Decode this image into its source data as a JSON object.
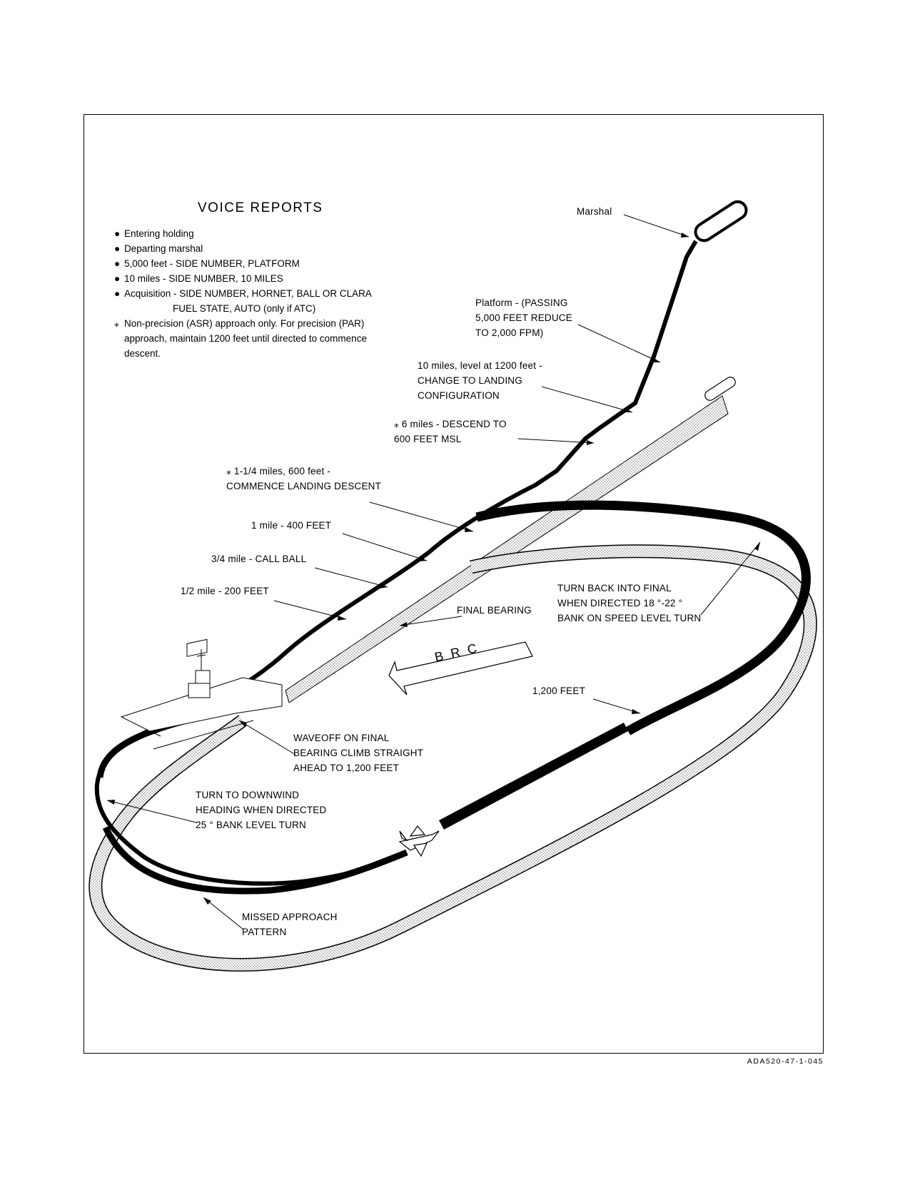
{
  "voice_reports": {
    "title": "VOICE REPORTS",
    "items": [
      {
        "bullet": "●",
        "text": "Entering holding"
      },
      {
        "bullet": "●",
        "text": "Departing marshal"
      },
      {
        "bullet": "●",
        "text": "5,000 feet - SIDE NUMBER, PLATFORM"
      },
      {
        "bullet": "●",
        "text": "10 miles - SIDE NUMBER, 10 MILES"
      },
      {
        "bullet": "●",
        "text": "Acquisition - SIDE NUMBER, HORNET, BALL OR CLARA",
        "continuation": "FUEL STATE, AUTO (only if ATC)"
      }
    ],
    "note_marker": "⁎",
    "note": "Non-precision (ASR) approach only. For precision (PAR) approach, maintain 1200 feet until directed to commence descent."
  },
  "labels": {
    "marshal": "Marshal",
    "platform": "Platform - (PASSING\n5,000 FEET REDUCE\nTO 2,000 FPM)",
    "ten_miles": "10 miles, level at 1200 feet -\nCHANGE TO LANDING\nCONFIGURATION",
    "six_miles": "⁎ 6 miles - DESCEND TO\n   600 FEET MSL",
    "one_quarter": "⁎ 1-1/4 miles, 600 feet -\n   COMMENCE LANDING DESCENT",
    "one_mile": "1 mile - 400 FEET",
    "three_quarter": "3/4 mile - CALL BALL",
    "half_mile": "1/2 mile - 200 FEET",
    "final_bearing": "FINAL BEARING",
    "turn_back": "TURN BACK INTO FINAL\nWHEN DIRECTED 18 °-22 °\nBANK ON SPEED LEVEL TURN",
    "brc": "B R C",
    "twelve_hundred": "1,200 FEET",
    "waveoff": "WAVEOFF ON FINAL\nBEARING CLIMB STRAIGHT\nAHEAD TO 1,200 FEET",
    "turn_downwind": "TURN TO DOWNWIND\nHEADING WHEN DIRECTED\n25 ° BANK LEVEL TURN",
    "missed_approach": "MISSED APPROACH\nPATTERN"
  },
  "figure_id": "ADA520-47-1-045",
  "icons": {
    "ship": "aircraft-carrier-icon",
    "aircraft": "jet-aircraft-icon",
    "brc_arrow": "brc-arrow-icon"
  },
  "colors": {
    "ink": "#000000",
    "paper": "#ffffff",
    "stipple": "#bdbdbd"
  }
}
